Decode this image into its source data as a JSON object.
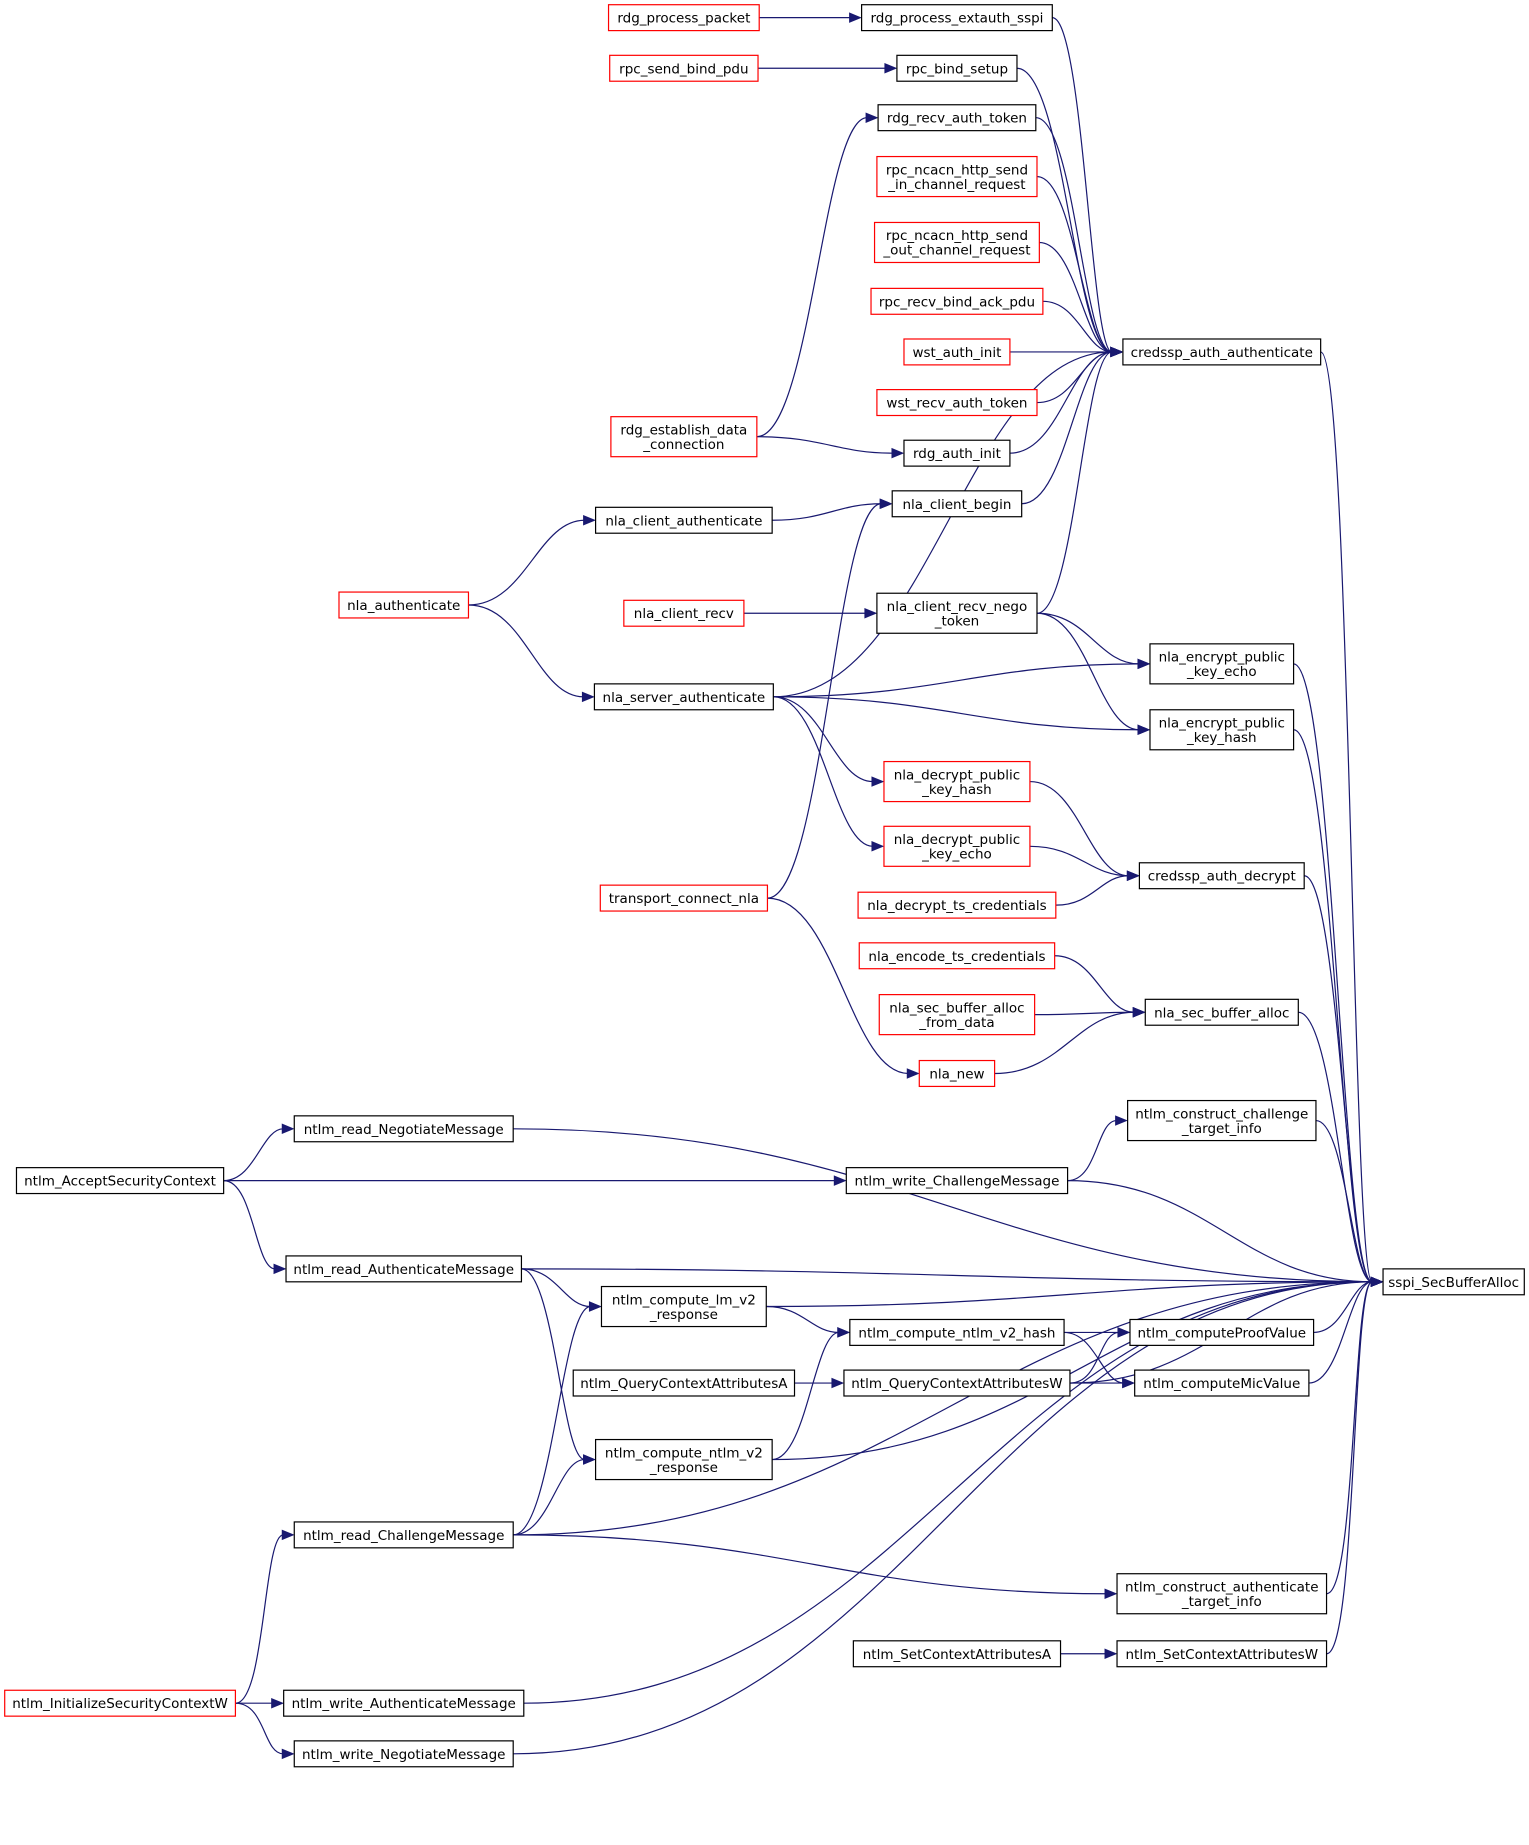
{
  "diagram": {
    "colors": {
      "edge": "#191970",
      "border_normal": "#000000",
      "border_truncated": "#ff0000",
      "target_fill": "#bfbfbf"
    },
    "nodes": [
      {
        "id": "target",
        "lines": [
          "sspi_SecBufferAlloc"
        ],
        "style": "target"
      },
      {
        "id": "credssp_auth_authenticate",
        "lines": [
          "credssp_auth_authenticate"
        ],
        "style": "normal"
      },
      {
        "id": "rdg_process_extauth_sspi",
        "lines": [
          "rdg_process_extauth_sspi"
        ],
        "style": "normal"
      },
      {
        "id": "rdg_process_packet",
        "lines": [
          "rdg_process_packet"
        ],
        "style": "truncated"
      },
      {
        "id": "rpc_bind_setup",
        "lines": [
          "rpc_bind_setup"
        ],
        "style": "normal"
      },
      {
        "id": "rpc_send_bind_pdu",
        "lines": [
          "rpc_send_bind_pdu"
        ],
        "style": "truncated"
      },
      {
        "id": "rdg_recv_auth_token",
        "lines": [
          "rdg_recv_auth_token"
        ],
        "style": "normal"
      },
      {
        "id": "rpc_ncacn_in",
        "lines": [
          "rpc_ncacn_http_send",
          "_in_channel_request"
        ],
        "style": "truncated"
      },
      {
        "id": "rpc_ncacn_out",
        "lines": [
          "rpc_ncacn_http_send",
          "_out_channel_request"
        ],
        "style": "truncated"
      },
      {
        "id": "rpc_recv_bind_ack_pdu",
        "lines": [
          "rpc_recv_bind_ack_pdu"
        ],
        "style": "truncated"
      },
      {
        "id": "wst_auth_init",
        "lines": [
          "wst_auth_init"
        ],
        "style": "truncated"
      },
      {
        "id": "wst_recv_auth_token",
        "lines": [
          "wst_recv_auth_token"
        ],
        "style": "truncated"
      },
      {
        "id": "rdg_auth_init",
        "lines": [
          "rdg_auth_init"
        ],
        "style": "normal"
      },
      {
        "id": "rdg_establish_data_connection",
        "lines": [
          "rdg_establish_data",
          "_connection"
        ],
        "style": "truncated"
      },
      {
        "id": "nla_client_begin",
        "lines": [
          "nla_client_begin"
        ],
        "style": "normal"
      },
      {
        "id": "nla_client_authenticate",
        "lines": [
          "nla_client_authenticate"
        ],
        "style": "normal"
      },
      {
        "id": "nla_authenticate",
        "lines": [
          "nla_authenticate"
        ],
        "style": "truncated"
      },
      {
        "id": "nla_client_recv",
        "lines": [
          "nla_client_recv"
        ],
        "style": "truncated"
      },
      {
        "id": "nla_client_recv_nego_token",
        "lines": [
          "nla_client_recv_nego",
          "_token"
        ],
        "style": "normal"
      },
      {
        "id": "nla_server_authenticate",
        "lines": [
          "nla_server_authenticate"
        ],
        "style": "normal"
      },
      {
        "id": "nla_encrypt_public_key_echo",
        "lines": [
          "nla_encrypt_public",
          "_key_echo"
        ],
        "style": "normal"
      },
      {
        "id": "nla_encrypt_public_key_hash",
        "lines": [
          "nla_encrypt_public",
          "_key_hash"
        ],
        "style": "normal"
      },
      {
        "id": "nla_decrypt_public_key_hash",
        "lines": [
          "nla_decrypt_public",
          "_key_hash"
        ],
        "style": "truncated"
      },
      {
        "id": "nla_decrypt_public_key_echo",
        "lines": [
          "nla_decrypt_public",
          "_key_echo"
        ],
        "style": "truncated"
      },
      {
        "id": "credssp_auth_decrypt",
        "lines": [
          "credssp_auth_decrypt"
        ],
        "style": "normal"
      },
      {
        "id": "nla_decrypt_ts_credentials",
        "lines": [
          "nla_decrypt_ts_credentials"
        ],
        "style": "truncated"
      },
      {
        "id": "transport_connect_nla",
        "lines": [
          "transport_connect_nla"
        ],
        "style": "truncated"
      },
      {
        "id": "nla_encode_ts_credentials",
        "lines": [
          "nla_encode_ts_credentials"
        ],
        "style": "truncated"
      },
      {
        "id": "nla_sec_buffer_alloc",
        "lines": [
          "nla_sec_buffer_alloc"
        ],
        "style": "normal"
      },
      {
        "id": "nla_sec_buffer_alloc_from_data",
        "lines": [
          "nla_sec_buffer_alloc",
          "_from_data"
        ],
        "style": "truncated"
      },
      {
        "id": "nla_new",
        "lines": [
          "nla_new"
        ],
        "style": "truncated"
      },
      {
        "id": "ntlm_read_NegotiateMessage",
        "lines": [
          "ntlm_read_NegotiateMessage"
        ],
        "style": "normal"
      },
      {
        "id": "ntlm_construct_challenge_target_info",
        "lines": [
          "ntlm_construct_challenge",
          "_target_info"
        ],
        "style": "normal"
      },
      {
        "id": "ntlm_AcceptSecurityContext",
        "lines": [
          "ntlm_AcceptSecurityContext"
        ],
        "style": "normal"
      },
      {
        "id": "ntlm_write_ChallengeMessage",
        "lines": [
          "ntlm_write_ChallengeMessage"
        ],
        "style": "normal"
      },
      {
        "id": "ntlm_read_AuthenticateMessage",
        "lines": [
          "ntlm_read_AuthenticateMessage"
        ],
        "style": "normal"
      },
      {
        "id": "ntlm_compute_lm_v2_response",
        "lines": [
          "ntlm_compute_lm_v2",
          "_response"
        ],
        "style": "normal"
      },
      {
        "id": "ntlm_compute_ntlm_v2_hash",
        "lines": [
          "ntlm_compute_ntlm_v2_hash"
        ],
        "style": "normal"
      },
      {
        "id": "ntlm_computeProofValue",
        "lines": [
          "ntlm_computeProofValue"
        ],
        "style": "normal"
      },
      {
        "id": "ntlm_QueryContextAttributesA",
        "lines": [
          "ntlm_QueryContextAttributesA"
        ],
        "style": "normal"
      },
      {
        "id": "ntlm_QueryContextAttributesW",
        "lines": [
          "ntlm_QueryContextAttributesW"
        ],
        "style": "normal"
      },
      {
        "id": "ntlm_computeMicValue",
        "lines": [
          "ntlm_computeMicValue"
        ],
        "style": "normal"
      },
      {
        "id": "ntlm_compute_ntlm_v2_response",
        "lines": [
          "ntlm_compute_ntlm_v2",
          "_response"
        ],
        "style": "normal"
      },
      {
        "id": "ntlm_read_ChallengeMessage",
        "lines": [
          "ntlm_read_ChallengeMessage"
        ],
        "style": "normal"
      },
      {
        "id": "ntlm_construct_authenticate_target_info",
        "lines": [
          "ntlm_construct_authenticate",
          "_target_info"
        ],
        "style": "normal"
      },
      {
        "id": "ntlm_SetContextAttributesA",
        "lines": [
          "ntlm_SetContextAttributesA"
        ],
        "style": "normal"
      },
      {
        "id": "ntlm_SetContextAttributesW",
        "lines": [
          "ntlm_SetContextAttributesW"
        ],
        "style": "normal"
      },
      {
        "id": "ntlm_InitializeSecurityContextW",
        "lines": [
          "ntlm_InitializeSecurityContextW"
        ],
        "style": "truncated"
      },
      {
        "id": "ntlm_write_AuthenticateMessage",
        "lines": [
          "ntlm_write_AuthenticateMessage"
        ],
        "style": "normal"
      },
      {
        "id": "ntlm_write_NegotiateMessage",
        "lines": [
          "ntlm_write_NegotiateMessage"
        ],
        "style": "normal"
      }
    ],
    "edges": [
      {
        "from": "rdg_process_packet",
        "to": "rdg_process_extauth_sspi"
      },
      {
        "from": "rpc_send_bind_pdu",
        "to": "rpc_bind_setup"
      },
      {
        "from": "rdg_establish_data_connection",
        "to": "rdg_recv_auth_token"
      },
      {
        "from": "rdg_establish_data_connection",
        "to": "rdg_auth_init"
      },
      {
        "from": "nla_client_authenticate",
        "to": "nla_client_begin"
      },
      {
        "from": "nla_authenticate",
        "to": "nla_client_authenticate"
      },
      {
        "from": "nla_authenticate",
        "to": "nla_server_authenticate"
      },
      {
        "from": "transport_connect_nla",
        "to": "nla_client_begin"
      },
      {
        "from": "transport_connect_nla",
        "to": "nla_new"
      },
      {
        "from": "nla_client_recv",
        "to": "nla_client_recv_nego_token"
      },
      {
        "from": "rdg_process_extauth_sspi",
        "to": "credssp_auth_authenticate"
      },
      {
        "from": "rpc_bind_setup",
        "to": "credssp_auth_authenticate"
      },
      {
        "from": "rdg_recv_auth_token",
        "to": "credssp_auth_authenticate"
      },
      {
        "from": "rpc_ncacn_in",
        "to": "credssp_auth_authenticate"
      },
      {
        "from": "rpc_ncacn_out",
        "to": "credssp_auth_authenticate"
      },
      {
        "from": "rpc_recv_bind_ack_pdu",
        "to": "credssp_auth_authenticate"
      },
      {
        "from": "wst_auth_init",
        "to": "credssp_auth_authenticate"
      },
      {
        "from": "wst_recv_auth_token",
        "to": "credssp_auth_authenticate"
      },
      {
        "from": "rdg_auth_init",
        "to": "credssp_auth_authenticate"
      },
      {
        "from": "nla_client_begin",
        "to": "credssp_auth_authenticate"
      },
      {
        "from": "nla_server_authenticate",
        "to": "credssp_auth_authenticate"
      },
      {
        "from": "nla_client_recv_nego_token",
        "to": "credssp_auth_authenticate"
      },
      {
        "from": "nla_client_recv_nego_token",
        "to": "nla_encrypt_public_key_echo"
      },
      {
        "from": "nla_client_recv_nego_token",
        "to": "nla_encrypt_public_key_hash"
      },
      {
        "from": "nla_server_authenticate",
        "to": "nla_encrypt_public_key_echo"
      },
      {
        "from": "nla_server_authenticate",
        "to": "nla_encrypt_public_key_hash"
      },
      {
        "from": "nla_server_authenticate",
        "to": "nla_decrypt_public_key_hash"
      },
      {
        "from": "nla_server_authenticate",
        "to": "nla_decrypt_public_key_echo"
      },
      {
        "from": "nla_decrypt_public_key_hash",
        "to": "credssp_auth_decrypt"
      },
      {
        "from": "nla_decrypt_public_key_echo",
        "to": "credssp_auth_decrypt"
      },
      {
        "from": "nla_decrypt_ts_credentials",
        "to": "credssp_auth_decrypt"
      },
      {
        "from": "nla_encode_ts_credentials",
        "to": "nla_sec_buffer_alloc"
      },
      {
        "from": "nla_sec_buffer_alloc_from_data",
        "to": "nla_sec_buffer_alloc"
      },
      {
        "from": "nla_new",
        "to": "nla_sec_buffer_alloc"
      },
      {
        "from": "credssp_auth_authenticate",
        "to": "target"
      },
      {
        "from": "nla_encrypt_public_key_echo",
        "to": "target"
      },
      {
        "from": "nla_encrypt_public_key_hash",
        "to": "target"
      },
      {
        "from": "credssp_auth_decrypt",
        "to": "target"
      },
      {
        "from": "nla_sec_buffer_alloc",
        "to": "target"
      },
      {
        "from": "ntlm_read_NegotiateMessage",
        "to": "target"
      },
      {
        "from": "ntlm_construct_challenge_target_info",
        "to": "target"
      },
      {
        "from": "ntlm_write_ChallengeMessage",
        "to": "target"
      },
      {
        "from": "ntlm_read_AuthenticateMessage",
        "to": "target"
      },
      {
        "from": "ntlm_compute_lm_v2_response",
        "to": "target"
      },
      {
        "from": "ntlm_computeProofValue",
        "to": "target"
      },
      {
        "from": "ntlm_computeMicValue",
        "to": "target"
      },
      {
        "from": "ntlm_QueryContextAttributesW",
        "to": "target"
      },
      {
        "from": "ntlm_compute_ntlm_v2_response",
        "to": "target"
      },
      {
        "from": "ntlm_read_ChallengeMessage",
        "to": "target"
      },
      {
        "from": "ntlm_construct_authenticate_target_info",
        "to": "target"
      },
      {
        "from": "ntlm_SetContextAttributesW",
        "to": "target"
      },
      {
        "from": "ntlm_write_AuthenticateMessage",
        "to": "target"
      },
      {
        "from": "ntlm_write_NegotiateMessage",
        "to": "target"
      },
      {
        "from": "ntlm_AcceptSecurityContext",
        "to": "ntlm_read_NegotiateMessage"
      },
      {
        "from": "ntlm_AcceptSecurityContext",
        "to": "ntlm_write_ChallengeMessage"
      },
      {
        "from": "ntlm_AcceptSecurityContext",
        "to": "ntlm_read_AuthenticateMessage"
      },
      {
        "from": "ntlm_write_ChallengeMessage",
        "to": "ntlm_construct_challenge_target_info"
      },
      {
        "from": "ntlm_read_AuthenticateMessage",
        "to": "ntlm_compute_lm_v2_response"
      },
      {
        "from": "ntlm_read_AuthenticateMessage",
        "to": "ntlm_compute_ntlm_v2_response"
      },
      {
        "from": "ntlm_compute_lm_v2_response",
        "to": "ntlm_compute_ntlm_v2_hash"
      },
      {
        "from": "ntlm_compute_ntlm_v2_response",
        "to": "ntlm_compute_ntlm_v2_hash"
      },
      {
        "from": "ntlm_compute_ntlm_v2_hash",
        "to": "ntlm_computeProofValue"
      },
      {
        "from": "ntlm_compute_ntlm_v2_hash",
        "to": "ntlm_computeMicValue"
      },
      {
        "from": "ntlm_QueryContextAttributesA",
        "to": "ntlm_QueryContextAttributesW"
      },
      {
        "from": "ntlm_QueryContextAttributesW",
        "to": "ntlm_computeProofValue"
      },
      {
        "from": "ntlm_QueryContextAttributesW",
        "to": "ntlm_computeMicValue"
      },
      {
        "from": "ntlm_read_ChallengeMessage",
        "to": "ntlm_compute_lm_v2_response"
      },
      {
        "from": "ntlm_read_ChallengeMessage",
        "to": "ntlm_compute_ntlm_v2_response"
      },
      {
        "from": "ntlm_read_ChallengeMessage",
        "to": "ntlm_construct_authenticate_target_info"
      },
      {
        "from": "ntlm_SetContextAttributesA",
        "to": "ntlm_SetContextAttributesW"
      },
      {
        "from": "ntlm_InitializeSecurityContextW",
        "to": "ntlm_read_ChallengeMessage"
      },
      {
        "from": "ntlm_InitializeSecurityContextW",
        "to": "ntlm_write_AuthenticateMessage"
      },
      {
        "from": "ntlm_InitializeSecurityContextW",
        "to": "ntlm_write_NegotiateMessage"
      }
    ]
  }
}
